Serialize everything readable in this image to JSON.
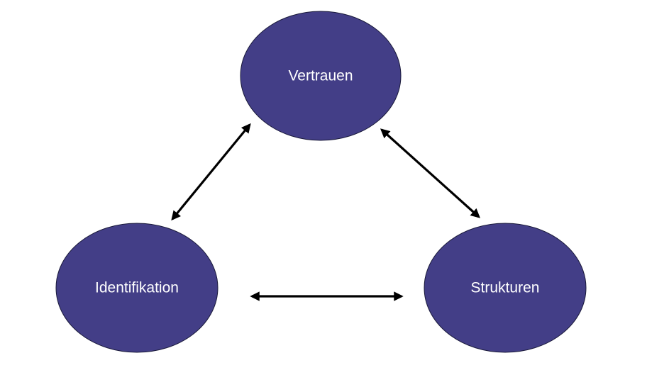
{
  "nodes": {
    "top": {
      "label": "Vertrauen"
    },
    "left": {
      "label": "Identifikation"
    },
    "right": {
      "label": "Strukturen"
    }
  },
  "colors": {
    "node_fill": "#433e87",
    "node_stroke": "#1a1a3a",
    "arrow": "#000000",
    "background": "#ffffff"
  },
  "edges": [
    {
      "from": "top",
      "to": "left",
      "direction": "bidirectional"
    },
    {
      "from": "top",
      "to": "right",
      "direction": "bidirectional"
    },
    {
      "from": "left",
      "to": "right",
      "direction": "bidirectional"
    }
  ]
}
